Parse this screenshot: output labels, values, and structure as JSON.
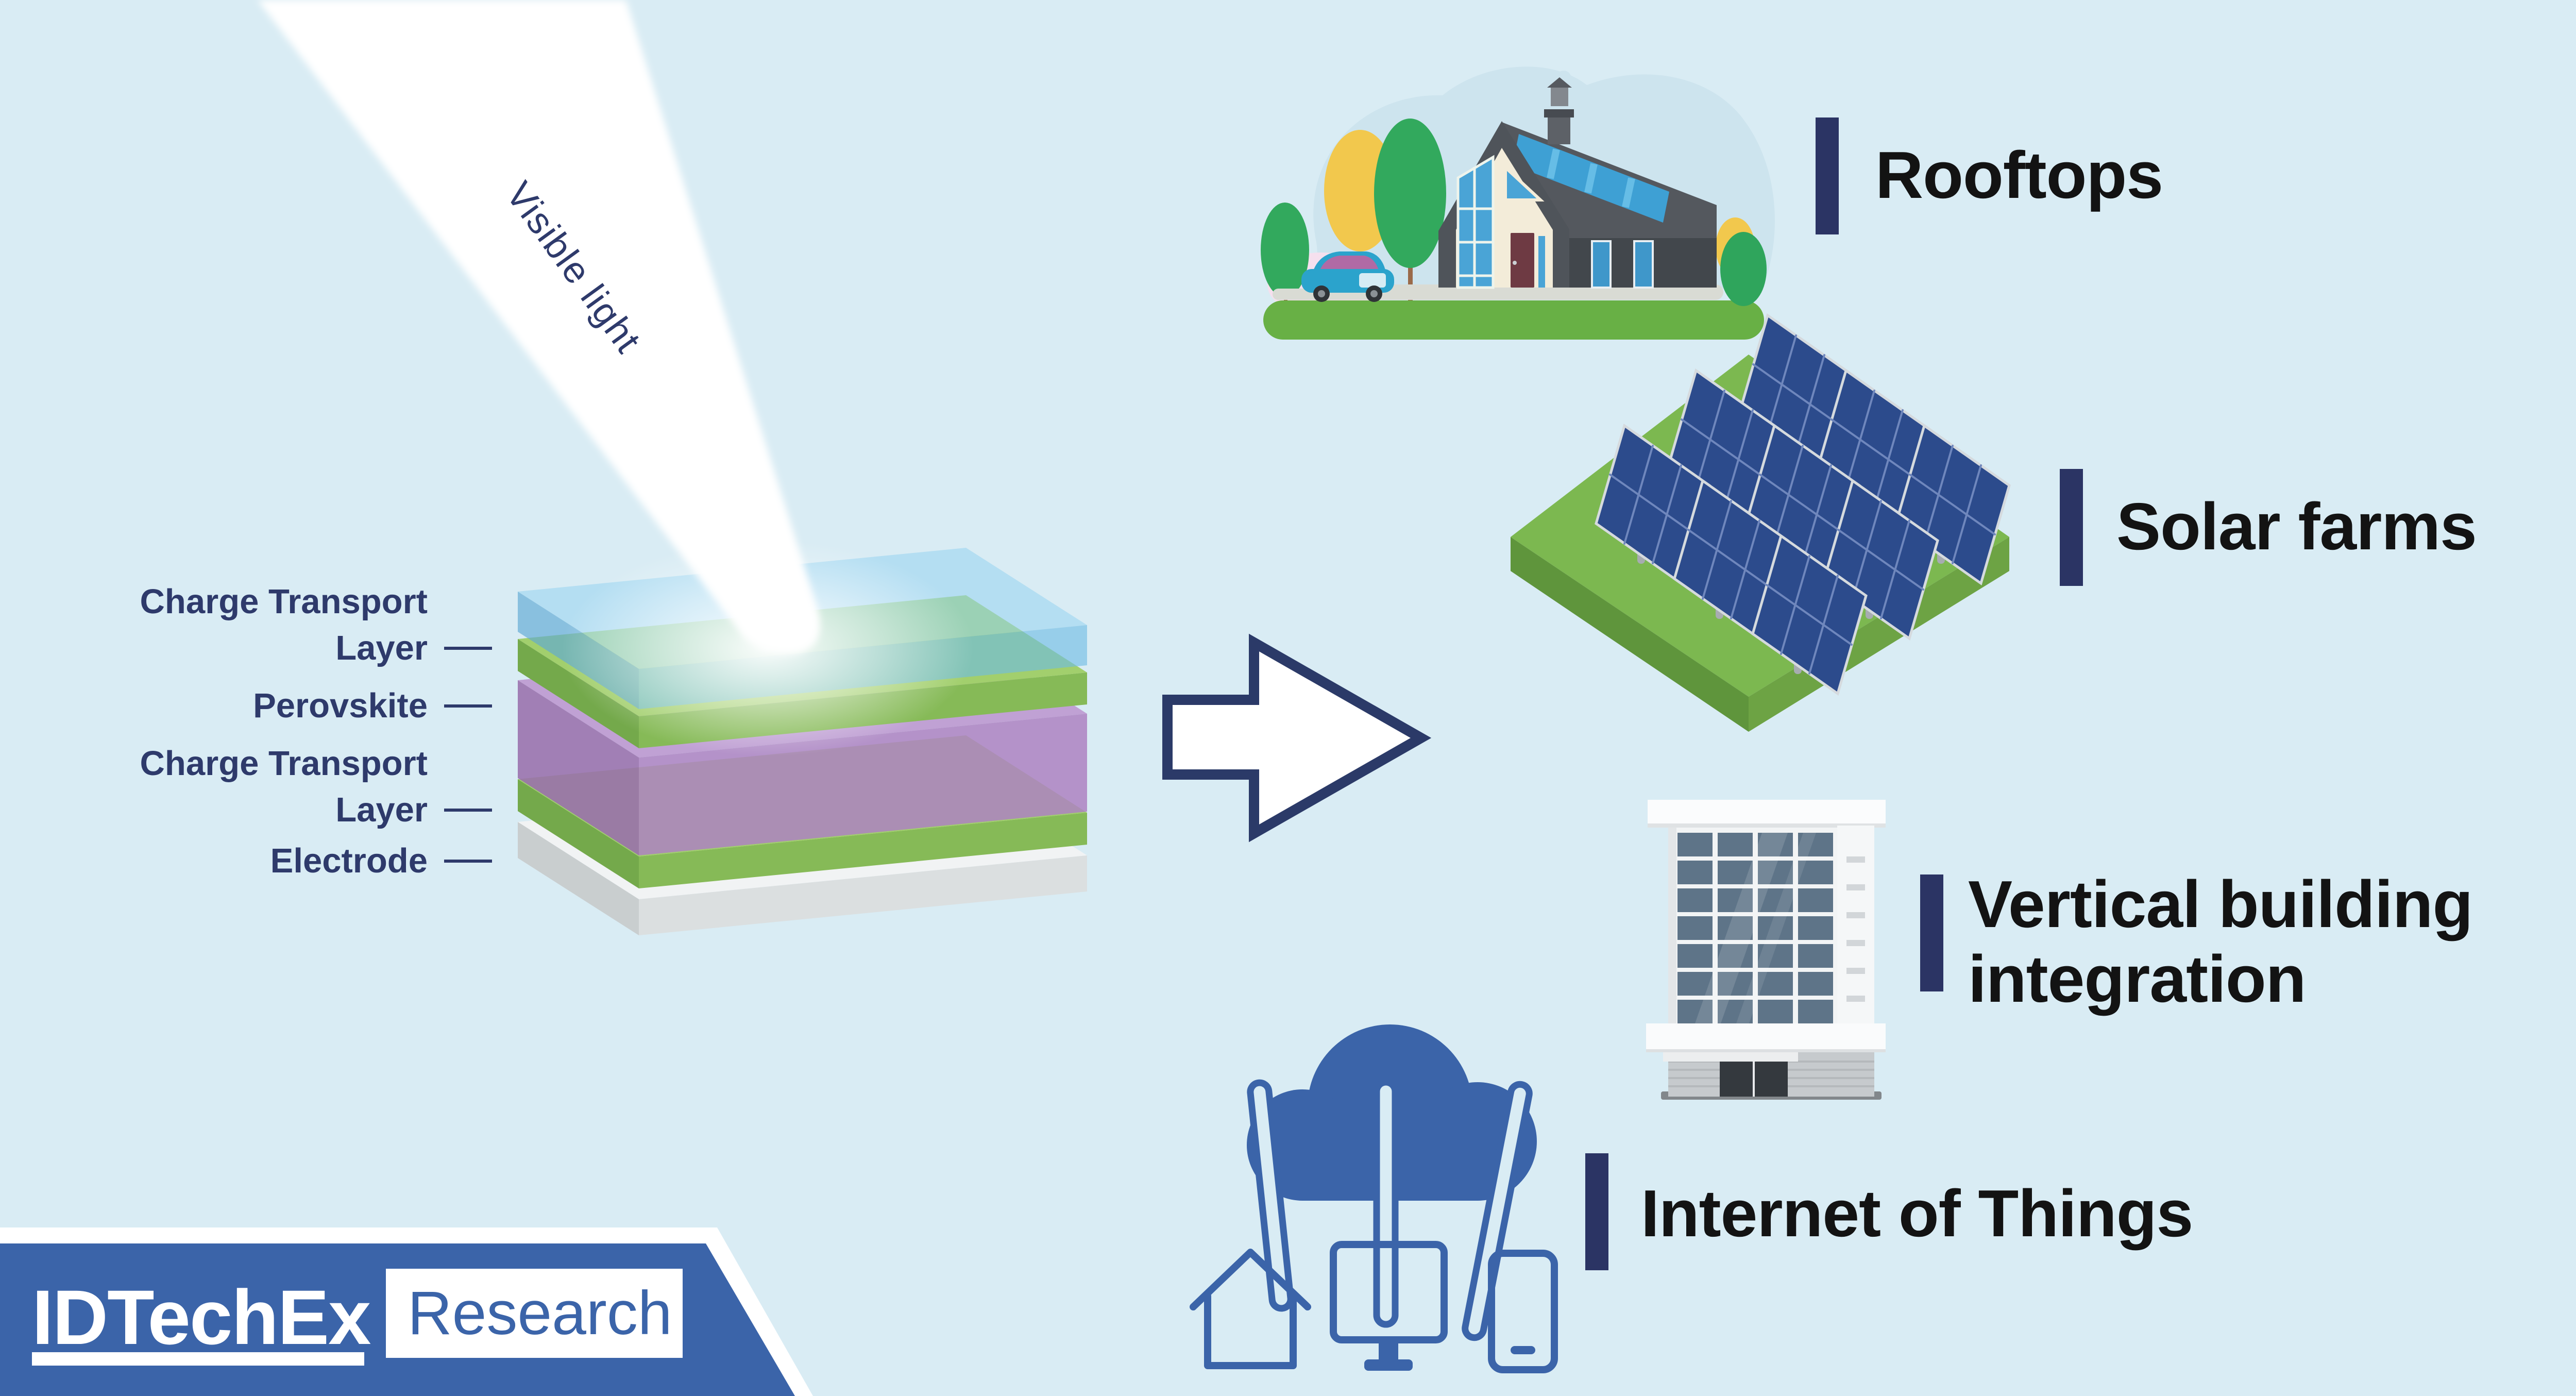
{
  "colors": {
    "background": "#d9ecf4",
    "navy_accent": "#2b3464",
    "label_text": "#131313",
    "brand_blue": "#3b64a9",
    "beam_white": "#ffffff"
  },
  "beam": {
    "label": "Visible light"
  },
  "stack": {
    "labels": [
      {
        "line1": "Charge Transport",
        "line2": "Layer"
      },
      {
        "line1": "Perovskite"
      },
      {
        "line1": "Charge Transport",
        "line2": "Layer"
      },
      {
        "line1": "Electrode"
      }
    ],
    "layers": [
      {
        "name": "glass-top-layer",
        "colors": {
          "top": "rgba(150,212,240,0.55)",
          "front": "rgba(110,188,228,0.62)",
          "left": "rgba(96,168,212,0.66)"
        }
      },
      {
        "name": "charge-transport-upper",
        "colors": {
          "top": "#a2cf6d",
          "front": "#86ba57",
          "left": "#74a94b"
        }
      },
      {
        "name": "perovskite",
        "colors": {
          "top": "rgba(187,148,206,0.85)",
          "front": "rgba(173,130,193,0.85)",
          "left": "rgba(152,112,172,0.88)"
        }
      },
      {
        "name": "charge-transport-lower",
        "colors": {
          "top": "#a2cf6d",
          "front": "#86ba57",
          "left": "#74a94b"
        }
      },
      {
        "name": "electrode",
        "colors": {
          "top": "#f1f3f4",
          "front": "#dbdfe0",
          "left": "#c9cecf"
        }
      }
    ]
  },
  "applications": [
    {
      "label": "Rooftops",
      "icon": "house-icon"
    },
    {
      "label": "Solar farms",
      "icon": "solar-farm-icon"
    },
    {
      "label_line1": "Vertical building",
      "label_line2": "integration",
      "icon": "office-building-icon"
    },
    {
      "label": "Internet of Things",
      "icon": "iot-cloud-icon"
    }
  ],
  "logo": {
    "brand": "IDTechEx",
    "division": "Research"
  }
}
